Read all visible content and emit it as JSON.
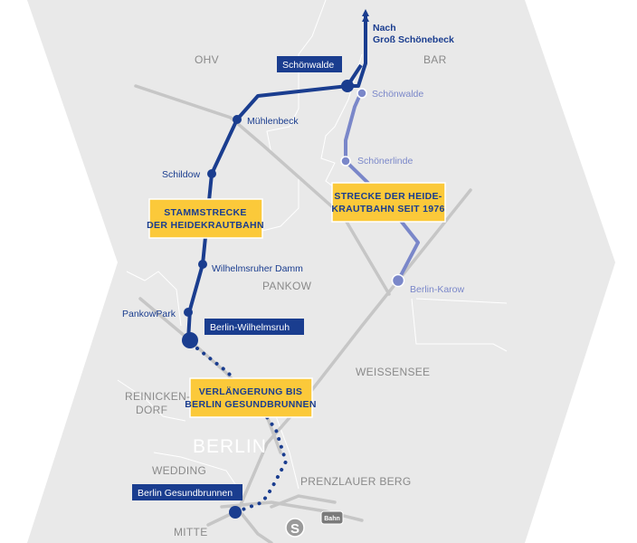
{
  "colors": {
    "background": "#e9e9e9",
    "line_main": "#1a3d8f",
    "line_secondary": "#7a87c9",
    "callout_fill": "#fbc93a",
    "callout_stroke": "#ffffff",
    "rail_gray": "#c6c6c6"
  },
  "districts": {
    "ohv": "OHV",
    "bar": "BAR",
    "pankow": "PANKOW",
    "weissensee": "WEISSENSEE",
    "reinickendorf_1": "REINICKEN-",
    "reinickendorf_2": "DORF",
    "wedding": "WEDDING",
    "prenzlauer_berg": "PRENZLAUER BERG",
    "mitte": "MITTE",
    "berlin": "BERLIN"
  },
  "direction": {
    "line1": "Nach",
    "line2": "Groß Schönebeck"
  },
  "stations_main": {
    "schoenwalde_box": "Schönwalde",
    "muehlenbeck": "Mühlenbeck",
    "schildow": "Schildow",
    "wilhelmsruher_damm": "Wilhelmsruher Damm",
    "pankowpark": "PankowPark",
    "wilhelmsruh_box": "Berlin-Wilhelmsruh",
    "gesundbrunnen_box": "Berlin Gesundbrunnen"
  },
  "stations_secondary": {
    "schoenwalde": "Schönwalde",
    "schoenerlinde": "Schönerlinde",
    "karow": "Berlin-Karow"
  },
  "callouts": {
    "stammstrecke_1": "STAMMSTRECKE",
    "stammstrecke_2": "DER HEIDEKRAUTBAHN",
    "seit1976_1": "STRECKE DER HEIDE-",
    "seit1976_2": "KRAUTBAHN SEIT 1976",
    "verlaengerung_1": "VERLÄNGERUNG BIS",
    "verlaengerung_2": "BERLIN GESUNDBRUNNEN"
  },
  "icons": {
    "sbahn_label": "S",
    "bahn_label": "Bahn"
  }
}
